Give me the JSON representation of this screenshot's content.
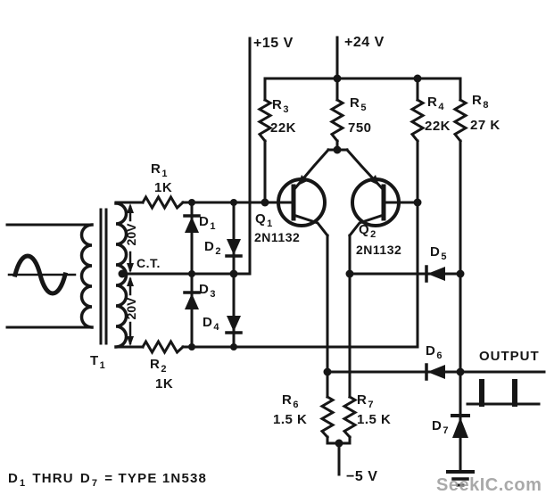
{
  "power": {
    "v_plus15": "+15 V",
    "v_plus24": "+24 V",
    "v_minus5": "−5 V"
  },
  "resistors": {
    "r1": {
      "ref": "R",
      "sub": "1",
      "value": "1K"
    },
    "r2": {
      "ref": "R",
      "sub": "2",
      "value": "1K"
    },
    "r3": {
      "ref": "R",
      "sub": "3",
      "value": "22K"
    },
    "r4": {
      "ref": "R",
      "sub": "4",
      "value": "22K"
    },
    "r5": {
      "ref": "R",
      "sub": "5",
      "value": "750"
    },
    "r6": {
      "ref": "R",
      "sub": "6",
      "value": "1.5 K"
    },
    "r7": {
      "ref": "R",
      "sub": "7",
      "value": "1.5 K"
    },
    "r8": {
      "ref": "R",
      "sub": "8",
      "value": "27 K"
    }
  },
  "transistors": {
    "q1": {
      "ref": "Q",
      "sub": "1",
      "part": "2N1132"
    },
    "q2": {
      "ref": "Q",
      "sub": "2",
      "part": "2N1132"
    }
  },
  "diodes": {
    "d1": {
      "ref": "D",
      "sub": "1"
    },
    "d2": {
      "ref": "D",
      "sub": "2"
    },
    "d3": {
      "ref": "D",
      "sub": "3"
    },
    "d4": {
      "ref": "D",
      "sub": "4"
    },
    "d5": {
      "ref": "D",
      "sub": "5"
    },
    "d6": {
      "ref": "D",
      "sub": "6"
    },
    "d7": {
      "ref": "D",
      "sub": "7"
    }
  },
  "transformer": {
    "ref": "T",
    "sub": "1",
    "upper_winding": "20V",
    "lower_winding": "20V",
    "center_tap": "C.T."
  },
  "output_label": "OUTPUT",
  "note": {
    "d1_ref": "D",
    "d1_sub": "1",
    "thru": "THRU",
    "d7_ref": "D",
    "d7_sub": "7",
    "rest": "= TYPE 1N538"
  },
  "watermark": "SeekIC.com",
  "colors": {
    "ink": "#161616",
    "watermark": "#9b9b9b",
    "background": "#ffffff"
  }
}
